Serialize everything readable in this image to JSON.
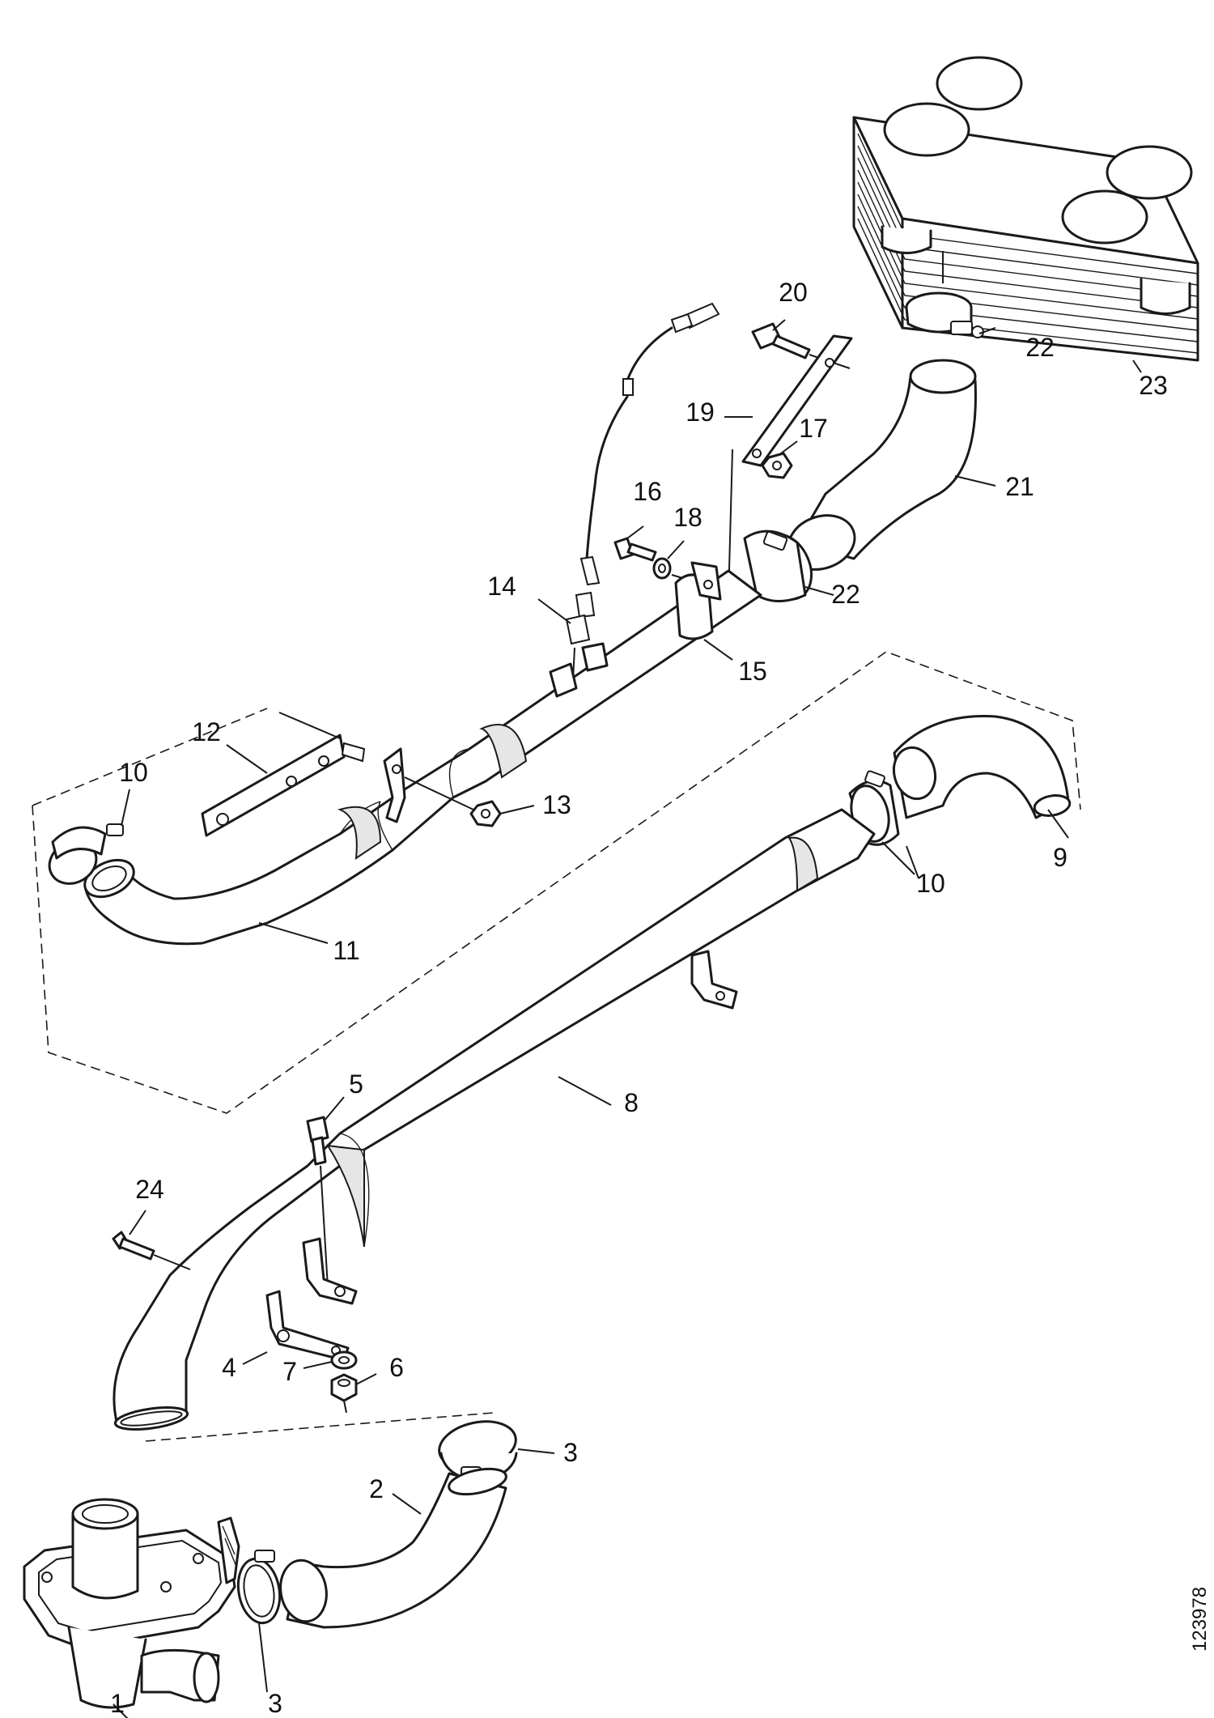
{
  "diagram": {
    "drawing_number": "123978",
    "callouts": {
      "c1": "1",
      "c2": "2",
      "c3a": "3",
      "c3b": "3",
      "c4": "4",
      "c5": "5",
      "c6": "6",
      "c7": "7",
      "c8": "8",
      "c9": "9",
      "c10a": "10",
      "c10b": "10",
      "c11": "11",
      "c12": "12",
      "c13": "13",
      "c14": "14",
      "c15": "15",
      "c16": "16",
      "c17": "17",
      "c18": "18",
      "c19": "19",
      "c20": "20",
      "c21": "21",
      "c22a": "22",
      "c22b": "22",
      "c23": "23",
      "c24": "24"
    }
  }
}
